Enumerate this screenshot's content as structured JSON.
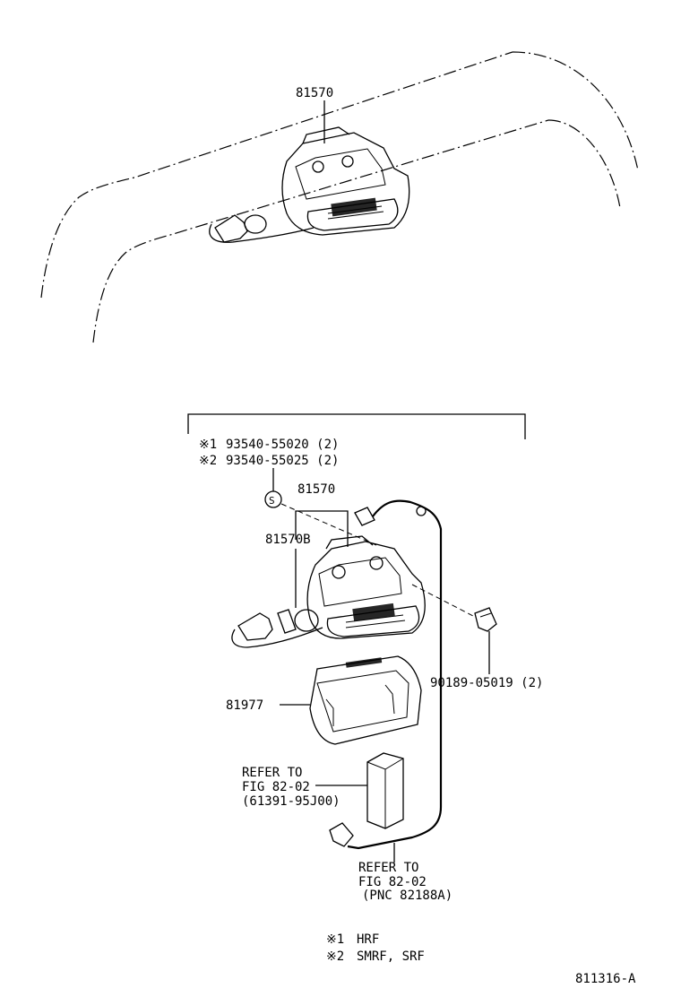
{
  "top_view": {
    "part_81570": "81570"
  },
  "exploded_view": {
    "notes_part_numbers": [
      {
        "mark": "※1",
        "value": "93540-55020 (2)"
      },
      {
        "mark": "※2",
        "value": "93540-55025 (2)"
      }
    ],
    "screw_symbol": "S",
    "part_81570": "81570",
    "part_81570B": "81570B",
    "part_90189": "90189-05019 (2)",
    "part_81977": "81977",
    "refer_1": [
      "REFER TO",
      "FIG 82-02",
      "(61391-95J00)"
    ],
    "refer_2": [
      "REFER TO",
      "FIG 82-02",
      "(PNC 82188A)"
    ]
  },
  "legend": [
    {
      "mark": "※1",
      "text": "HRF"
    },
    {
      "mark": "※2",
      "text": "SMRF, SRF"
    }
  ],
  "figure_id": "811316-A"
}
